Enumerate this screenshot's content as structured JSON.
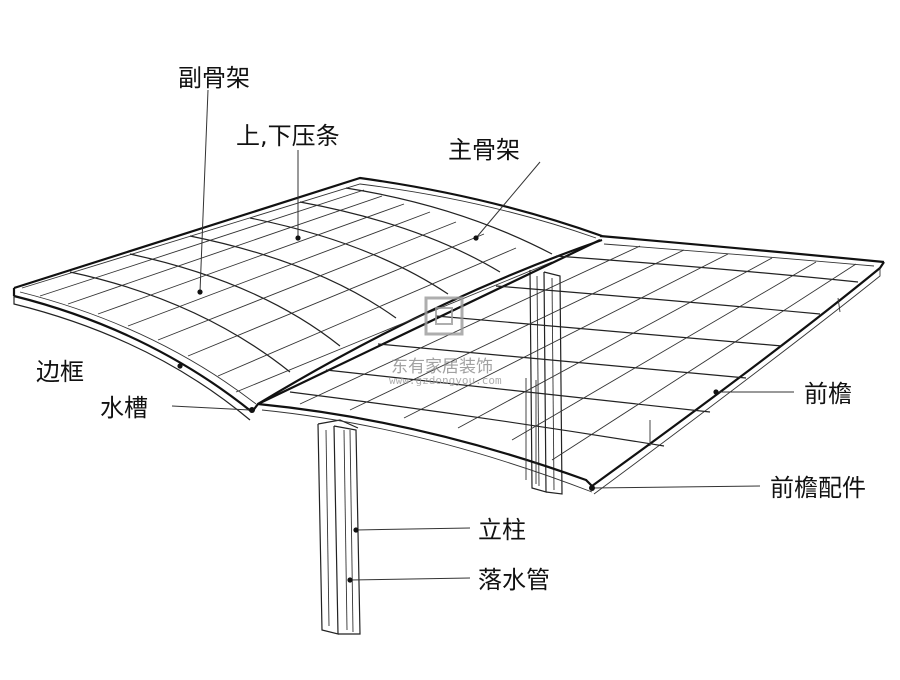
{
  "labels": {
    "sub_frame": "副骨架",
    "pressing_strip": "上,下压条",
    "main_frame": "主骨架",
    "side_frame": "边框",
    "gutter": "水槽",
    "front_eave": "前檐",
    "front_eave_fitting": "前檐配件",
    "column": "立柱",
    "downpipe": "落水管"
  },
  "watermark": {
    "name": "东有家居装饰",
    "url": "www.gzdongyou.com"
  }
}
